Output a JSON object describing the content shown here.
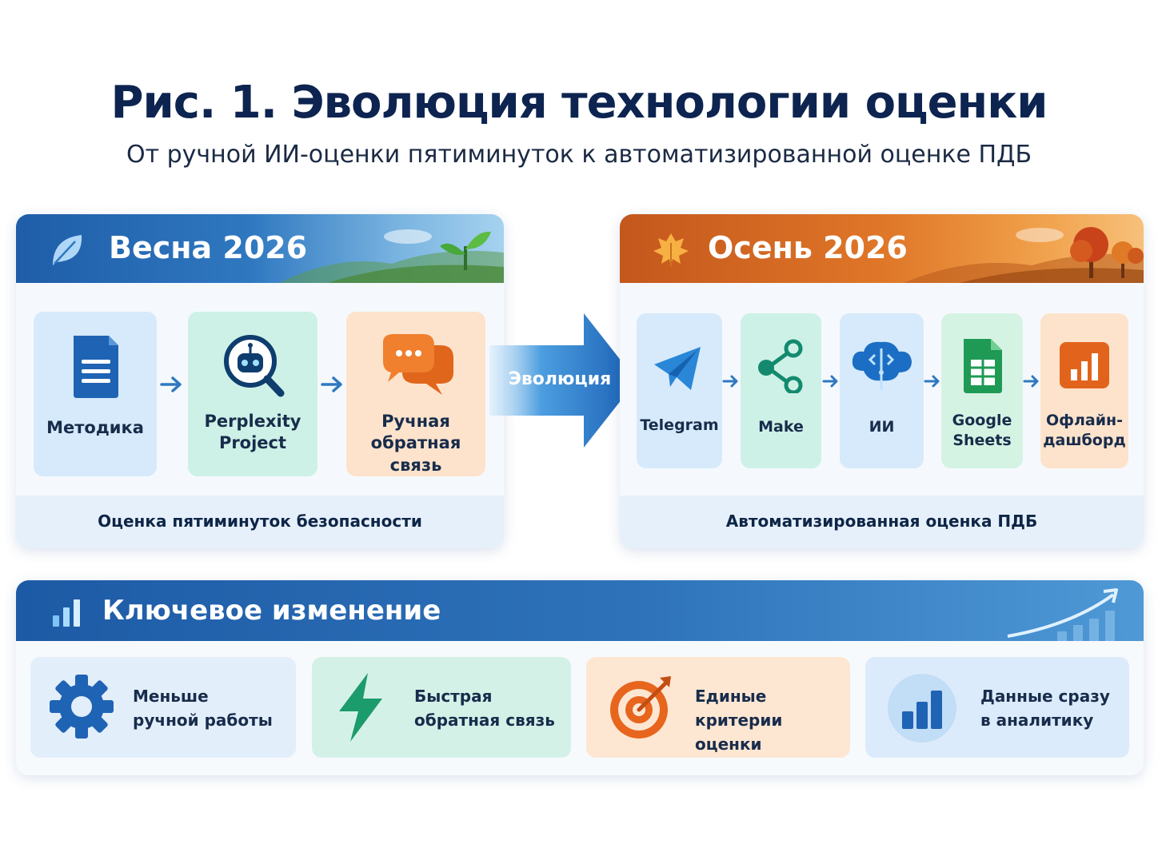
{
  "title": "Рис. 1. Эволюция технологии оценки",
  "subtitle": "От ручной ИИ-оценки пятиминуток к автоматизированной оценке ПДБ",
  "spring": {
    "title": "Весна 2026",
    "steps": [
      {
        "line1": "Методика",
        "line2": "",
        "icon": "document-icon"
      },
      {
        "line1": "Perplexity",
        "line2": "Project",
        "icon": "bot-search-icon"
      },
      {
        "line1": "Ручная",
        "line2": "обратная связь",
        "icon": "chat-icon"
      }
    ],
    "footer": "Оценка пятиминуток безопасности"
  },
  "evolution_label": "Эволюция",
  "autumn": {
    "title": "Осень 2026",
    "steps": [
      {
        "line1": "Telegram",
        "line2": "",
        "icon": "telegram-icon"
      },
      {
        "line1": "Make",
        "line2": "",
        "icon": "share-icon"
      },
      {
        "line1": "ИИ",
        "line2": "",
        "icon": "ai-brain-icon"
      },
      {
        "line1": "Google",
        "line2": "Sheets",
        "icon": "sheets-icon"
      },
      {
        "line1": "Офлайн-",
        "line2": "дашборд",
        "icon": "dashboard-icon"
      }
    ],
    "footer": "Автоматизированная оценка ПДБ"
  },
  "key": {
    "title": "Ключевое изменение",
    "items": [
      {
        "line1": "Меньше",
        "line2": "ручной работы",
        "icon": "gear-icon"
      },
      {
        "line1": "Быстрая",
        "line2": "обратная связь",
        "icon": "lightning-icon"
      },
      {
        "line1": "Единые",
        "line2": "критерии оценки",
        "icon": "target-icon"
      },
      {
        "line1": "Данные сразу",
        "line2": "в аналитику",
        "icon": "bar-chart-icon"
      }
    ]
  },
  "colors": {
    "spring_header": "#2f78c0",
    "autumn_header": "#df7628",
    "key_header": "#1d5aa5",
    "title": "#0d2450"
  }
}
